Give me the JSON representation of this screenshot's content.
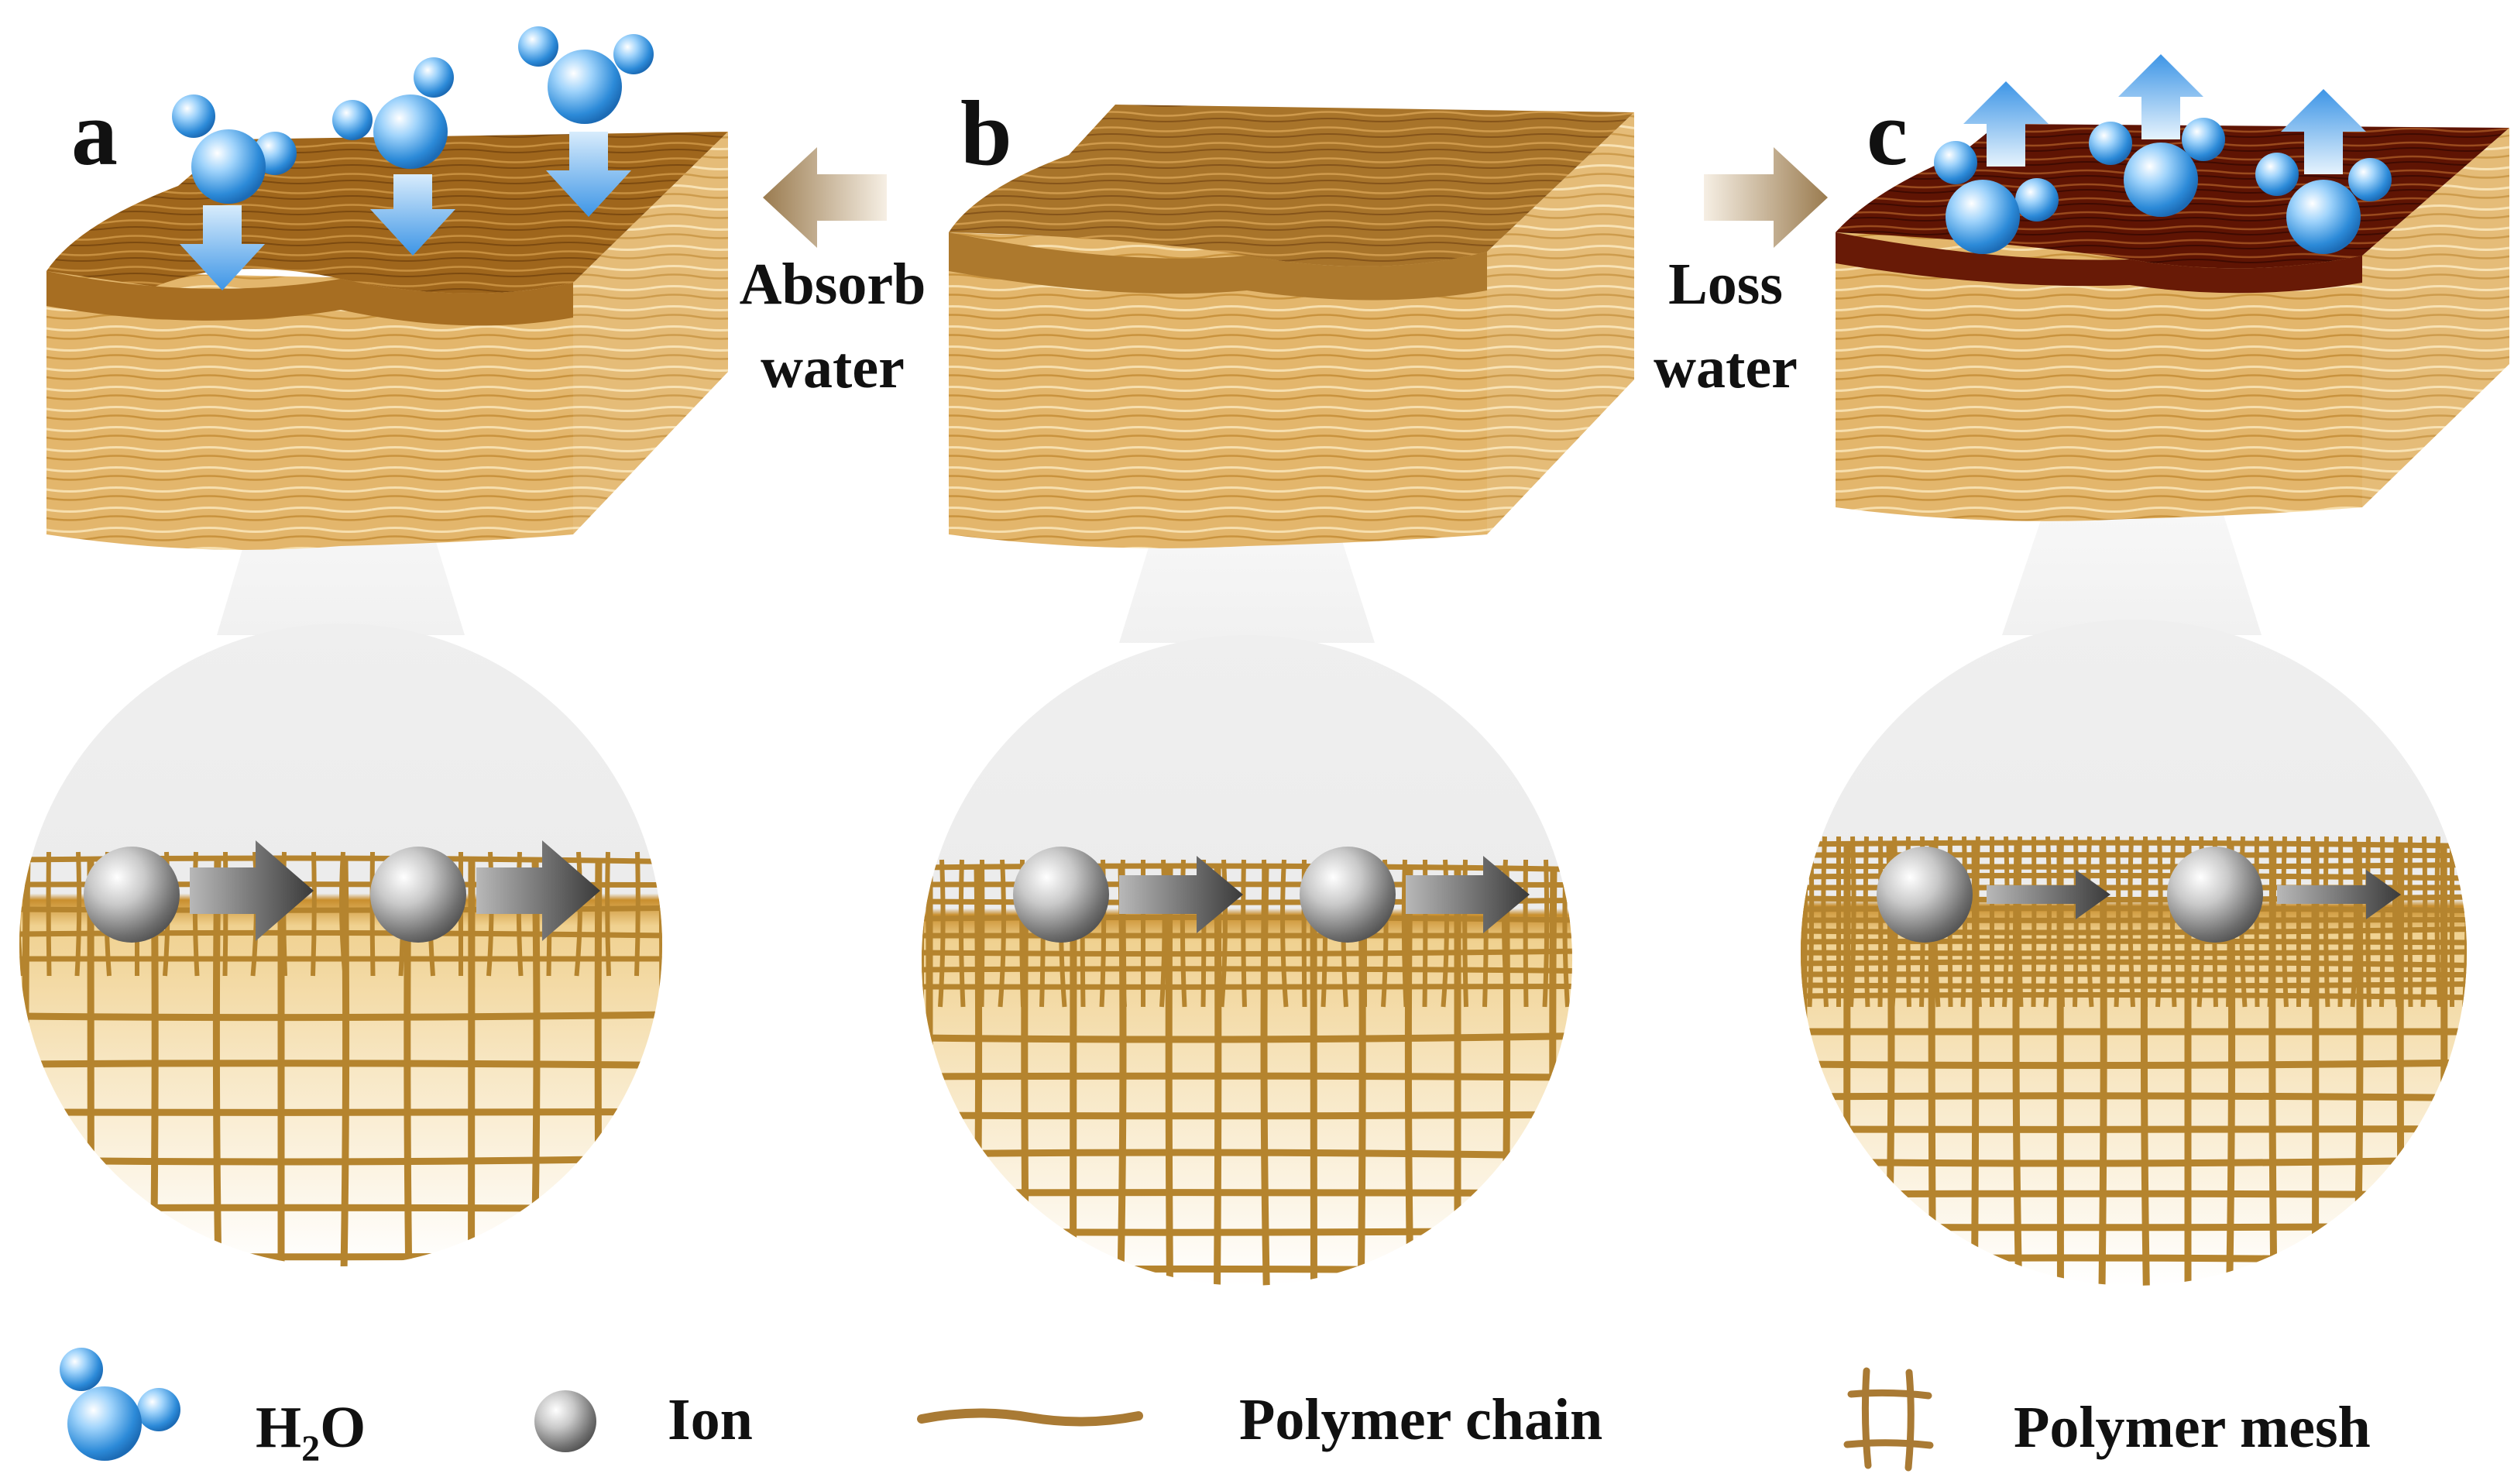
{
  "panels": [
    {
      "letter": "a",
      "state": "absorbed"
    },
    {
      "letter": "b",
      "state": "dry"
    },
    {
      "letter": "c",
      "state": "lost"
    }
  ],
  "transitions": {
    "absorb": {
      "line1": "Absorb",
      "line2": "water"
    },
    "loss": {
      "line1": "Loss",
      "line2": "water"
    }
  },
  "legend": {
    "water": {
      "main": "H",
      "sub": "2",
      "tail": "O"
    },
    "ion": "Ion",
    "chain": "Polymer chain",
    "mesh": "Polymer mesh"
  },
  "colors": {
    "block_light": "#e2b46a",
    "block_top_a": "#a26a1f",
    "block_top_b": "#a9752b",
    "block_top_c": "#641505",
    "mesh": "#b5842e",
    "water": "#2f8fdc",
    "ion": "#9a9a9a",
    "arrow_transition": "#a3865c"
  }
}
